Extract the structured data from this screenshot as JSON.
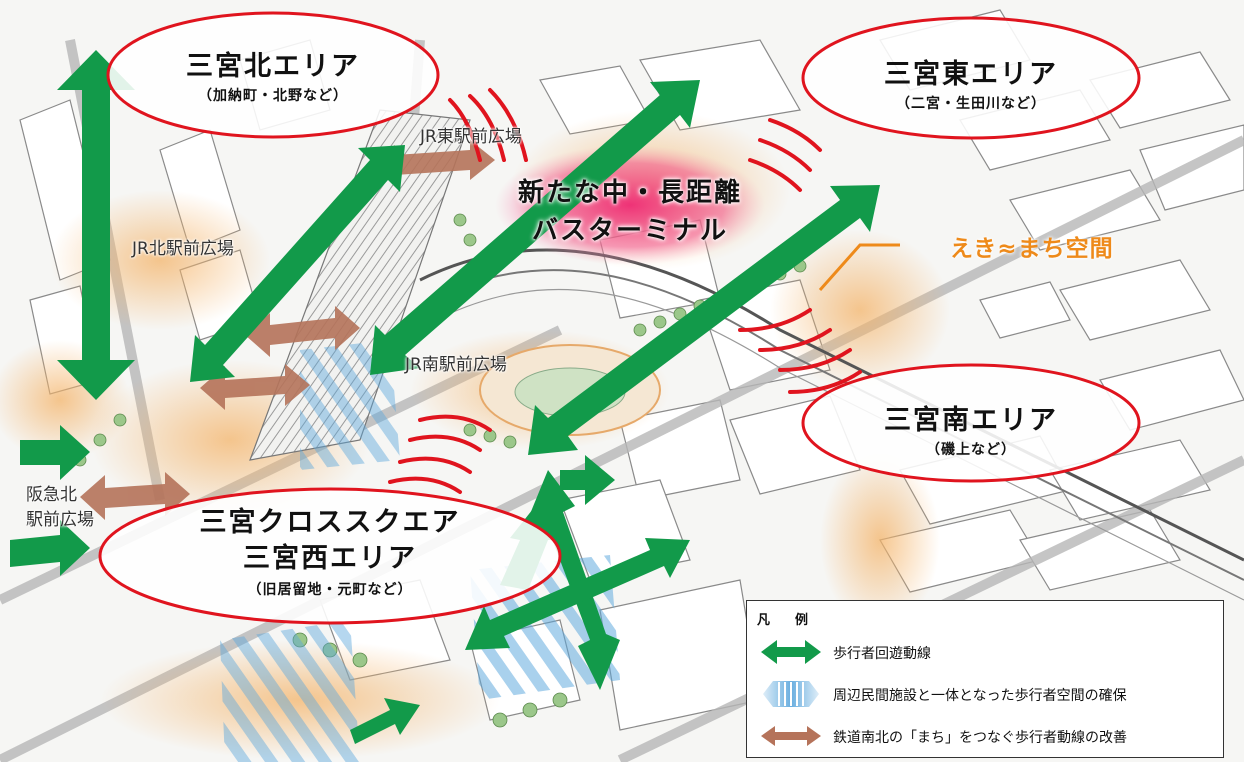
{
  "areas": {
    "north": {
      "title": "三宮北エリア",
      "subtitle": "（加納町・北野など）"
    },
    "east": {
      "title": "三宮東エリア",
      "subtitle": "（二宮・生田川など）"
    },
    "south": {
      "title": "三宮南エリア",
      "subtitle": "（磯上など）"
    },
    "west": {
      "title_line1": "三宮クロススクエア",
      "title_line2": "三宮西エリア",
      "subtitle": "（旧居留地・元町など）"
    }
  },
  "places": {
    "jr_east": "JR東駅前広場",
    "jr_north": "JR北駅前広場",
    "jr_south": "JR南駅前広場",
    "hankyu_line1": "阪急北",
    "hankyu_line2": "駅前広場"
  },
  "bus_terminal": {
    "line1": "新たな中・長距離",
    "line2": "バスターミナル"
  },
  "ekimachi_label": "えき≈まち空間",
  "legend": {
    "title": "凡　例",
    "items": [
      {
        "label": "歩行者回遊動線",
        "symbol": "green-double-arrow-icon"
      },
      {
        "label": "周辺民間施設と一体となった歩行者空間の確保",
        "symbol": "blue-striped-arrow-icon"
      },
      {
        "label": "鉄道南北の「まち」をつなぐ歩行者動線の改善",
        "symbol": "brown-double-arrow-icon"
      }
    ]
  },
  "colors": {
    "walkway_green": "#129a4a",
    "north_south_brown": "#b5735a",
    "private_space_blue": "#5aa6dc",
    "area_ring_red": "#e0141e",
    "ekimachi_orange": "#ee8a1a",
    "bus_terminal_pink": "#ee2a74"
  }
}
